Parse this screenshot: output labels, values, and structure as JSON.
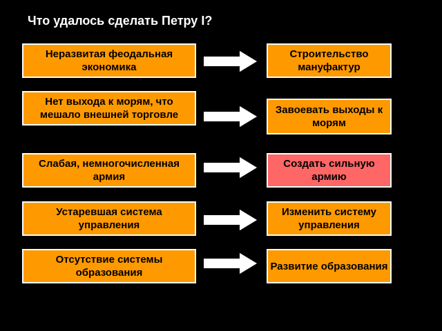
{
  "title": "Что удалось сделать Петру I?",
  "colors": {
    "background": "#000000",
    "box_default": "#ff9900",
    "box_highlight": "#ff6666",
    "border": "#ffffff",
    "arrow_fill": "#ffffff",
    "arrow_stroke": "#000000"
  },
  "rows": [
    {
      "problem": "Неразвитая феодальная экономика",
      "solution": "Строительство мануфактур",
      "solution_highlighted": false
    },
    {
      "problem": "Нет выхода к морям, что мешало внешней торговле",
      "solution": "Завоевать выходы к морям",
      "solution_highlighted": false
    },
    {
      "problem": "Слабая, немногочисленная армия",
      "solution": "Создать сильную армию",
      "solution_highlighted": true
    },
    {
      "problem": "Устаревшая система управления",
      "solution": "Изменить систему управления",
      "solution_highlighted": false
    },
    {
      "problem": "Отсутствие системы образования",
      "solution": "Развитие образования",
      "solution_highlighted": false
    }
  ]
}
